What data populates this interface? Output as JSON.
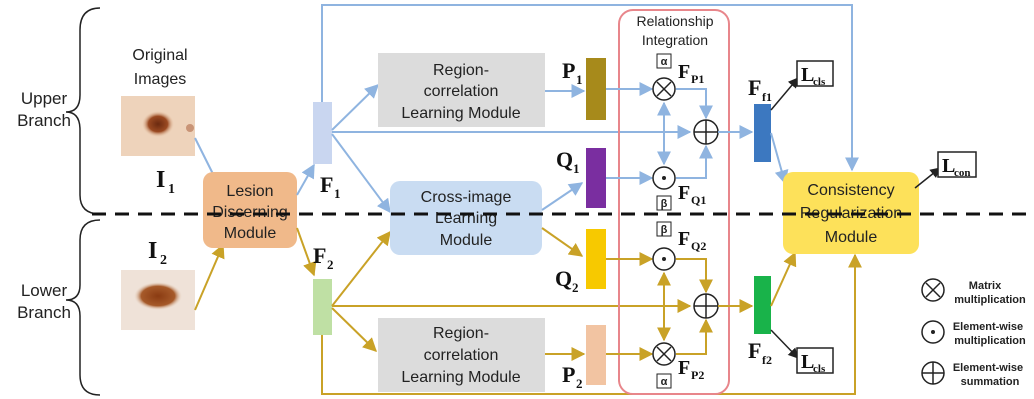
{
  "branches": {
    "upper": [
      "Upper",
      "Branch"
    ],
    "lower": [
      "Lower",
      "Branch"
    ]
  },
  "images": {
    "header": [
      "Original",
      "Images"
    ],
    "img1": {
      "label": "I",
      "sub": "1"
    },
    "img2": {
      "label": "I",
      "sub": "2"
    }
  },
  "modules": {
    "lesion": [
      "Lesion",
      "Discerning",
      "Module"
    ],
    "rcl_upper": [
      "Region-",
      "correlation",
      "Learning Module"
    ],
    "rcl_lower": [
      "Region-",
      "correlation",
      "Learning Module"
    ],
    "cross": [
      "Cross-image",
      "Learning",
      "Module"
    ],
    "consistency": [
      "Consistency",
      "Regularization",
      "Module"
    ]
  },
  "relationship": [
    "Relationship",
    "Integration"
  ],
  "features": {
    "F1": {
      "main": "F",
      "sub": "1"
    },
    "F2": {
      "main": "F",
      "sub": "2"
    },
    "P1": {
      "main": "P",
      "sub": "1"
    },
    "P2": {
      "main": "P",
      "sub": "2"
    },
    "Q1": {
      "main": "Q",
      "sub": "1"
    },
    "Q2": {
      "main": "Q",
      "sub": "2"
    },
    "FP1": {
      "main": "F",
      "sub": "P1"
    },
    "FP2": {
      "main": "F",
      "sub": "P2"
    },
    "FQ1": {
      "main": "F",
      "sub": "Q1"
    },
    "FQ2": {
      "main": "F",
      "sub": "Q2"
    },
    "Ff1": {
      "main": "F",
      "sub": "f1"
    },
    "Ff2": {
      "main": "F",
      "sub": "f2"
    }
  },
  "losses": {
    "cls_upper": {
      "main": "L",
      "sub": "cls"
    },
    "cls_lower": {
      "main": "L",
      "sub": "cls"
    },
    "con": {
      "main": "L",
      "sub": "con"
    }
  },
  "params": {
    "alpha": "α",
    "beta": "β"
  },
  "legend": {
    "matrix": [
      "Matrix",
      "multiplication"
    ],
    "elementwise_mult": [
      "Element-wise",
      "multiplication"
    ],
    "elementwise_sum": [
      "Element-wise",
      "summation"
    ]
  },
  "colors": {
    "upper_flow": "#8fb4e0",
    "lower_flow": "#c9a227",
    "lesion": "#f0b98a",
    "gray_module": "#dcdcdc",
    "cross": "#c9dcf2",
    "consistency": "#fde15a",
    "relation_border": "#e8868b",
    "P1": "#a78a1b",
    "P2": "#f2c4a2",
    "Q1": "#7a2ea0",
    "Q2": "#f7c900",
    "Ff1": "#3c78c0",
    "Ff2": "#19b34a",
    "F1": "#c9d6f0",
    "F2": "#bfe0a4"
  }
}
